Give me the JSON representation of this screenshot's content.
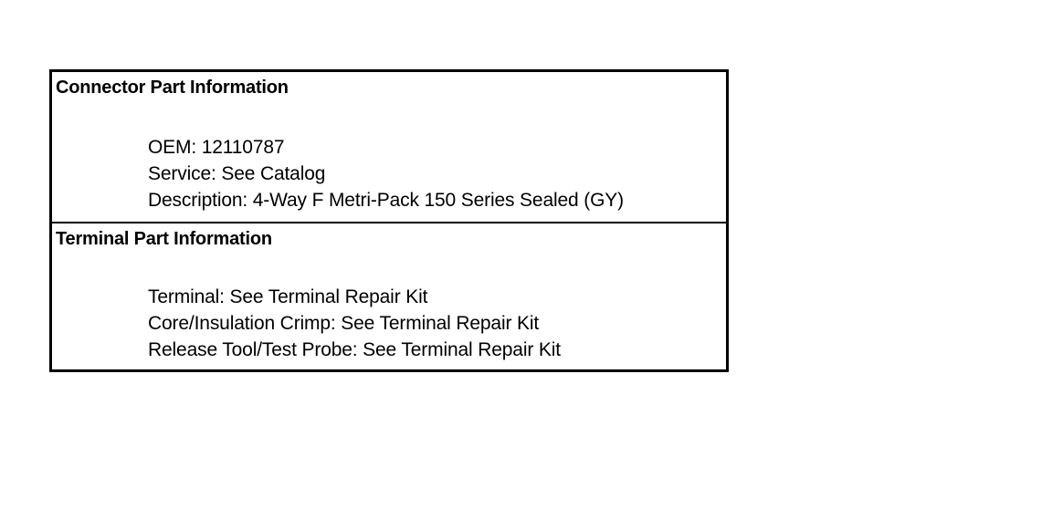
{
  "document": {
    "background_color": "#ffffff",
    "text_color": "#000000",
    "border_color": "#000000"
  },
  "panel": {
    "sections": [
      {
        "id": "connector",
        "heading": "Connector Part Information",
        "fields": [
          "OEM: 12110787",
          "Service: See Catalog",
          "Description: 4-Way F Metri-Pack 150 Series Sealed (GY)"
        ]
      },
      {
        "id": "terminal",
        "heading": "Terminal Part Information",
        "fields": [
          "Terminal: See Terminal Repair Kit",
          "Core/Insulation Crimp: See Terminal Repair Kit",
          "Release Tool/Test Probe: See Terminal Repair Kit"
        ]
      }
    ]
  }
}
